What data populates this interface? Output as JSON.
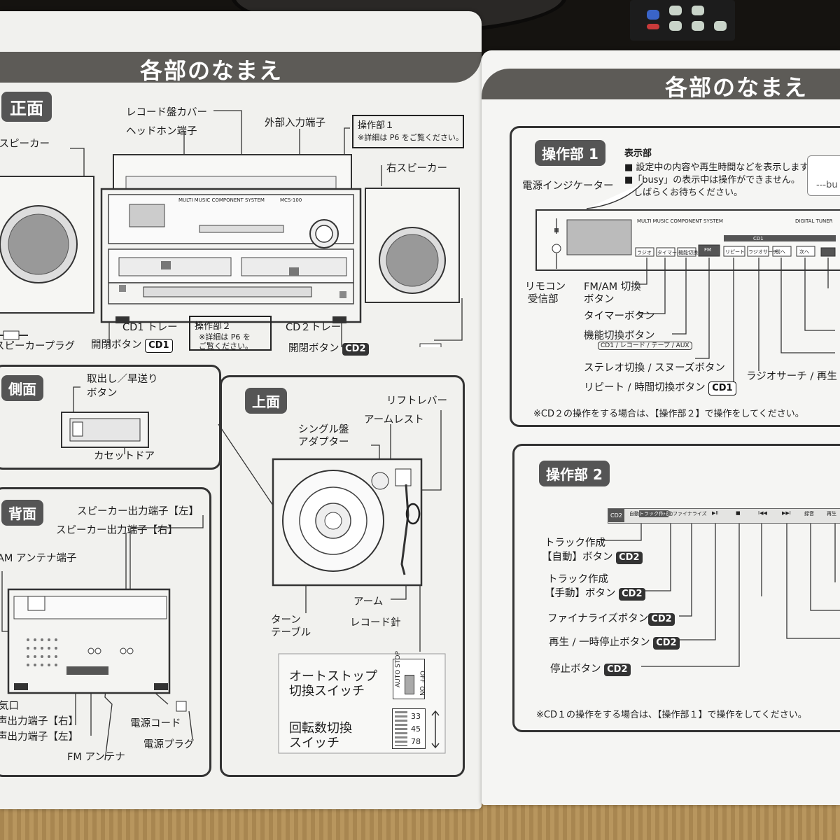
{
  "left_page": {
    "title": "各部のなまえ",
    "front": {
      "tag": "正面",
      "left_speaker": "左スピーカー",
      "record_cover": "レコード盤カバー",
      "headphone": "ヘッドホン端子",
      "ext_input": "外部入力端子",
      "op1_title": "操作部１",
      "op1_note": "※詳細は P6 をご覧ください。",
      "right_speaker": "右スピーカー",
      "cd1_tray": "CD1 トレー",
      "cd1_open": "開閉ボタン",
      "cd1_badge": "CD1",
      "op2_title": "操作部２",
      "op2_note1": "※詳細は P6 を",
      "op2_note2": "ご覧ください。",
      "cd2_tray": "CD２トレー",
      "cd2_open": "開閉ボタン",
      "cd2_badge": "CD2",
      "speaker_plug": "スピーカープラグ",
      "device_brand": "MULTI MUSIC COMPONENT SYSTEM",
      "device_model": "MCS-100"
    },
    "side": {
      "tag": "側面",
      "eject1": "取出し／早送り",
      "eject2": "ボタン",
      "cassette": "カセットドア"
    },
    "top": {
      "tag": "上面",
      "lift": "リフトレバー",
      "armrest": "アームレスト",
      "adapter1": "シングル盤",
      "adapter2": "アダプター",
      "turntable1": "ターン",
      "turntable2": "テーブル",
      "arm": "アーム",
      "needle": "レコード針",
      "autostop1": "オートストップ",
      "autostop2": "切換スイッチ",
      "autostop_auto": "AUTO STOP",
      "autostop_off": "OFF",
      "autostop_on": "ON",
      "speed1": "回転数切換",
      "speed2": "スイッチ",
      "speeds": [
        "33",
        "45",
        "78"
      ]
    },
    "back": {
      "tag": "背面",
      "spk_left": "スピーカー出力端子【左】",
      "spk_right": "スピーカー出力端子【右】",
      "am_ant": "AM アンテナ端子",
      "vent": "気口",
      "audio_right": "声出力端子【右】",
      "audio_left": "声出力端子【左】",
      "fm_ant": "FM アンテナ",
      "power_cord": "電源コード",
      "power_plug": "電源プラグ"
    }
  },
  "right_page": {
    "title": "各部のなまえ",
    "op1": {
      "tag": "操作部 1",
      "display_title": "表示部",
      "display_note1": "■ 設定中の内容や再生時間などを表示します。",
      "display_note2": "■「busy」の表示中は操作ができません。",
      "display_note3": "しばらくお待ちください。",
      "busy_text": "---bu",
      "power_indicator": "電源インジケーター",
      "remote_recv1": "リモコン",
      "remote_recv2": "受信部",
      "fmam1": "FM/AM 切換",
      "fmam2": "ボタン",
      "timer": "タイマーボタン",
      "function": "機能切換ボタン",
      "function_sub": "CD1 / レコード / テープ / AUX",
      "stereo": "ステレオ切換 / スヌーズボタン",
      "repeat": "リピート / 時間切換ボタン",
      "repeat_badge": "CD1",
      "radio_search": "ラジオサーチ / 再生 /",
      "note": "※CD２の操作をする場合は、【操作部２】で操作をしてください。",
      "panel_brand": "MULTI MUSIC COMPONENT SYSTEM",
      "panel_right": "DIGITAL TUNER",
      "panel_cd1": "CD1",
      "panel_btns": [
        "ラジオ",
        "タイマー",
        "機能切換",
        "FM",
        "リピート",
        "ラジオサーチ",
        "前へ",
        "次へ"
      ]
    },
    "op2": {
      "tag": "操作部 2",
      "track_auto1": "トラック作成",
      "track_auto2": "【自動】ボタン",
      "track_manual1": "トラック作成",
      "track_manual2": "【手動】ボタン",
      "finalize": "ファイナライズボタン",
      "play": "再生 / 一時停止ボタン",
      "stop": "停止ボタン",
      "badge": "CD2",
      "strip_label": "CD2",
      "strip_items": [
        "自動",
        "トラック作成",
        "手動",
        "ファイナライズ",
        "▶II",
        "■",
        "I◀◀",
        "▶▶I",
        "録音",
        "再生"
      ],
      "note": "※CD１の操作をする場合は、【操作部１】で操作をしてください。"
    }
  }
}
